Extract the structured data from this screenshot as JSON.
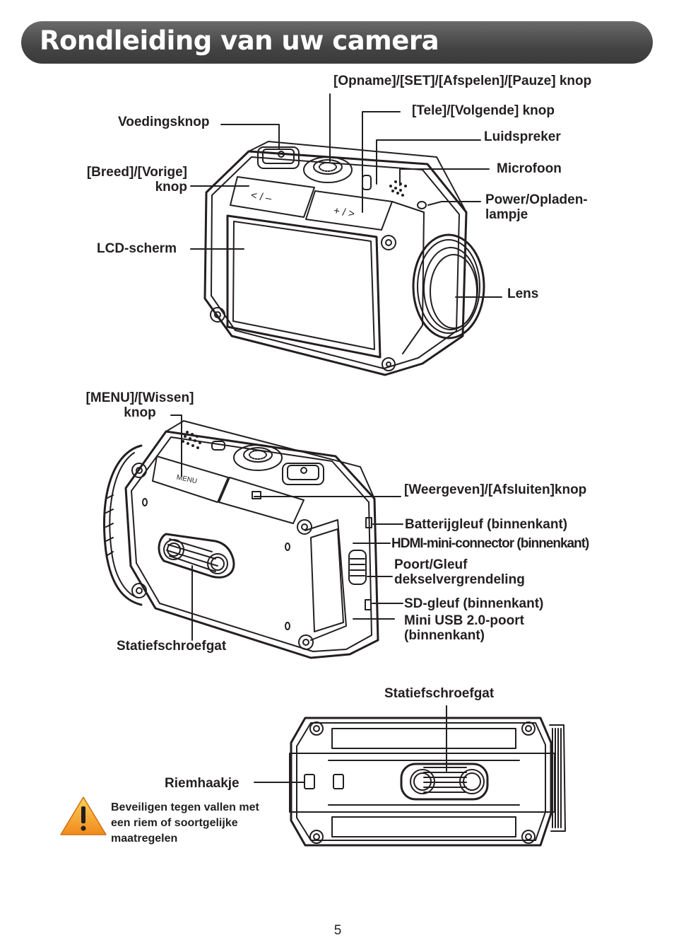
{
  "page": {
    "title": "Rondleiding van uw camera",
    "page_number": "5"
  },
  "front_view": {
    "labels": {
      "record_button": "[Opname]/[SET]/[Afspelen]/[Pauze] knop",
      "tele_button": "[Tele]/[Volgende] knop",
      "speaker": "Luidspreker",
      "power_button": "Voedingsknop",
      "microphone": "Microfoon",
      "wide_button_line1": "[Breed]/[Vorige]",
      "wide_button_line2": "knop",
      "power_lamp_line1": "Power/Opladen-",
      "power_lamp_line2": "lampje",
      "lcd": "LCD-scherm",
      "lens": "Lens"
    },
    "engraved": {
      "prev": "< / –",
      "next": "+ / >"
    }
  },
  "back_view": {
    "labels": {
      "menu_button_line1": "[MENU]/[Wissen]",
      "menu_button_line2": "knop",
      "playback_button": "[Weergeven]/[Afsluiten]knop",
      "battery_slot": "Batterijgleuf (binnenkant)",
      "hdmi": "HDMI-mini-connector (binnenkant)",
      "lock_line1": "Poort/Gleuf",
      "lock_line2": "dekselvergrendeling",
      "sd_slot": "SD-gleuf (binnenkant)",
      "usb_line1": "Mini USB 2.0-poort",
      "usb_line2": "(binnenkant)",
      "tripod": "Statiefschroefgat"
    },
    "engraved": {
      "menu": "MENU"
    }
  },
  "bottom_view": {
    "labels": {
      "tripod": "Statiefschroefgat",
      "strap": "Riemhaakje"
    },
    "warning": {
      "icon": "warning-triangle-icon",
      "line1": "Beveiligen tegen vallen met",
      "line2": "een riem of soortgelijke",
      "line3": "maatregelen"
    }
  }
}
